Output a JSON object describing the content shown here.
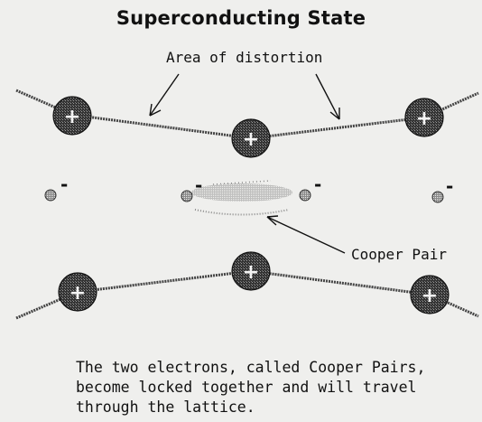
{
  "title": "Superconducting State",
  "labels": {
    "distortion": "Area of distortion",
    "cooper_pair": "Cooper Pair"
  },
  "ion_sign": "+",
  "electron_sign": "-",
  "caption": [
    "The two electrons, called Cooper Pairs,",
    "become locked together and will travel",
    "through the lattice."
  ],
  "colors": {
    "background": "#efefed",
    "ink": "#111111",
    "ion_fill": "#222222"
  }
}
